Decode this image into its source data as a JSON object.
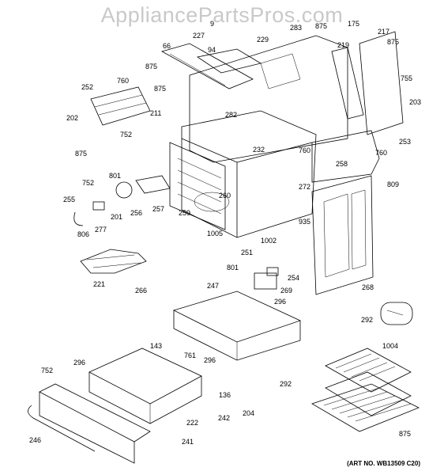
{
  "watermark": "AppliancePartsPros.com",
  "art_number": "(ART NO. WB13509 C20)",
  "callouts": [
    "9",
    "227",
    "283",
    "875",
    "175",
    "219",
    "217",
    "66",
    "94",
    "229",
    "875",
    "875",
    "252",
    "760",
    "875",
    "755",
    "211",
    "203",
    "253",
    "202",
    "282",
    "232",
    "760",
    "760",
    "752",
    "875",
    "258",
    "809",
    "801",
    "260",
    "752",
    "255",
    "272",
    "256",
    "257",
    "935",
    "201",
    "277",
    "259",
    "1005",
    "1002",
    "806",
    "251",
    "801",
    "254",
    "221",
    "266",
    "269",
    "268",
    "247",
    "296",
    "292",
    "1004",
    "143",
    "761",
    "296",
    "752",
    "296",
    "292",
    "136",
    "204",
    "242",
    "246",
    "222",
    "241",
    "875"
  ]
}
